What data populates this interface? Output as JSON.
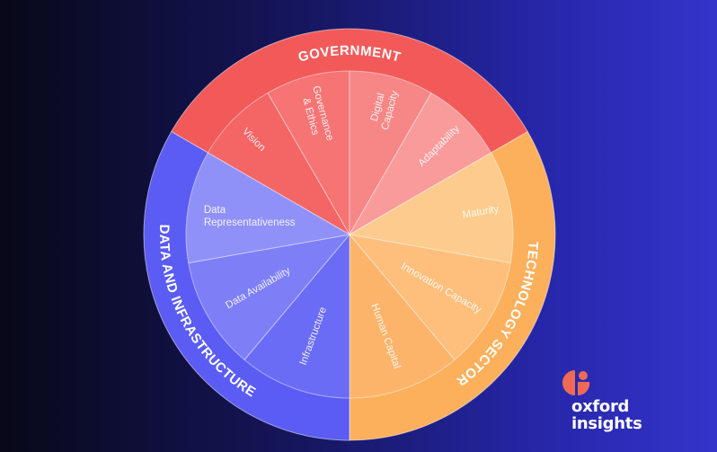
{
  "title": "AI Readiness Index pillars",
  "pillars": [
    {
      "name": "GOVERNMENT",
      "color": "#f25a5a",
      "dimensions": [
        {
          "label": "Vision",
          "color": "#f46565"
        },
        {
          "label": "Governance & Ethics",
          "lines": [
            "Governance",
            "& Ethics"
          ],
          "color": "#f67474"
        },
        {
          "label": "Digital Capacity",
          "lines": [
            "Digital",
            "Capacity"
          ],
          "color": "#f78686"
        },
        {
          "label": "Adaptability",
          "color": "#f99b9b"
        }
      ]
    },
    {
      "name": "TECHNOLOGY SECTOR",
      "color": "#fcb05c",
      "dimensions": [
        {
          "label": "Maturity",
          "color": "#fdcb8d"
        },
        {
          "label": "Innovation Capacity",
          "color": "#fdbf7b"
        },
        {
          "label": "Human Capital",
          "color": "#fcb46b"
        }
      ]
    },
    {
      "name": "DATA AND INFRASTRUCTURE",
      "color": "#5a5cf4",
      "dimensions": [
        {
          "label": "Infrastructure",
          "color": "#6b6cf6"
        },
        {
          "label": "Data Availability",
          "color": "#7e7ff7"
        },
        {
          "label": "Data Representativeness",
          "lines": [
            "Data",
            "Representativeness"
          ],
          "color": "#9091f8"
        }
      ]
    }
  ],
  "logo": {
    "line1": "oxford",
    "line2": "insights",
    "color": "#ef6a55"
  }
}
